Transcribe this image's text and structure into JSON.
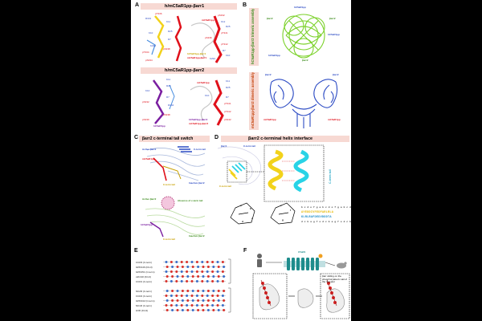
{
  "colors": {
    "band": "#f7d9d3",
    "red": "#e0101a",
    "yellow": "#f2d21b",
    "blue": "#2c4bc4",
    "cyan": "#29d3e6",
    "green": "#7bd12a",
    "purple": "#7a1ea0",
    "gray": "#c8c8c8"
  },
  "panelA": {
    "label": "A",
    "title1": "h/mC5aR1pp-βarr1",
    "title2": "h/mC5aR1pp-βarr2",
    "res1_left": [
      "R331",
      "pT336",
      "K11",
      "K10",
      "R25",
      "K294",
      "pS338",
      "pT334",
      "R7",
      "pS334"
    ],
    "res1_right": [
      "pS332",
      "pT341",
      "pS336",
      "pT342",
      "K12",
      "R7",
      "K10",
      "K294",
      "R25"
    ],
    "tags1": [
      "mC5aR1pp",
      "hC5aR1pp-βarr1",
      "mC5aR1pp-βarr1"
    ],
    "res2_left": [
      "K11",
      "R25",
      "K10",
      "R7",
      "pS332",
      "R144",
      "pS338",
      "pS339"
    ],
    "res2_right": [
      "K11",
      "R25",
      "K10",
      "R7",
      "pT341",
      "pT342",
      "pS342"
    ],
    "tags2": [
      "hC5aR1pp",
      "mC5aR1pp",
      "hC5aR1pp-βarr2",
      "mC5aR1pp-βarr2"
    ]
  },
  "panelB": {
    "label": "B",
    "top_side": "hC5aR1pp-βarr2 trimeric assembly",
    "bottom_side": "mC5aR1pp-βarr2 dimeric assembly",
    "top_tags": [
      "hC5aR1pp",
      "βarr2",
      "βarr2",
      "hC5aR1pp",
      "hC5aR1pp",
      "βarr2"
    ],
    "bottom_tags": [
      "βarr2",
      "βarr2",
      "mC5aR1pp",
      "mC5aR1pp"
    ]
  },
  "panelC": {
    "label": "C",
    "title": "βarr2 c-terminal tail switch",
    "top_tags": [
      "Active βarr2",
      "C-term tail",
      "mC5aR1pp",
      "C-term tail",
      "Inactive βarr2"
    ],
    "bottom_tags": [
      "Active βarr2",
      "Absence of c-term tail",
      "hC5aR1pp",
      "C-term tail",
      "Inactive βarr2"
    ]
  },
  "panelD": {
    "label": "D",
    "title": "βarr2 c-terminal helix interface",
    "tags": [
      "βarr1",
      "C-term tail",
      "C-term tail",
      "C-term tail"
    ],
    "heptad_top": "b c   d e f g a b c   d e f   g a b c d",
    "seq1": "AYEDDIVFEDFARLRLA",
    "seq2": "KLRLRAFDEDVDDDTA",
    "heptad_bottom": "d c   b a g f e d   c b a g f e d   c b",
    "wheel_letters": [
      "a",
      "b",
      "c",
      "d",
      "e",
      "f",
      "g"
    ]
  },
  "panelE": {
    "label": "E",
    "gpcrs": [
      "CCR3 (C-term)",
      "GPR146 (ICL3)",
      "GPR151 (C-term)",
      "α2CAR (ICL3)",
      "CCR1 (C-term)",
      "NK2R (C-term)",
      "CCR4 (C-term)",
      "GPR132 (C-term)",
      "NK1R (C-term)",
      "H3R (ICL3)"
    ]
  },
  "panelF": {
    "label": "F",
    "receptor": "C5aR1",
    "caption": "βarr sliding on the phosphorylated c-tail of the receptor"
  }
}
